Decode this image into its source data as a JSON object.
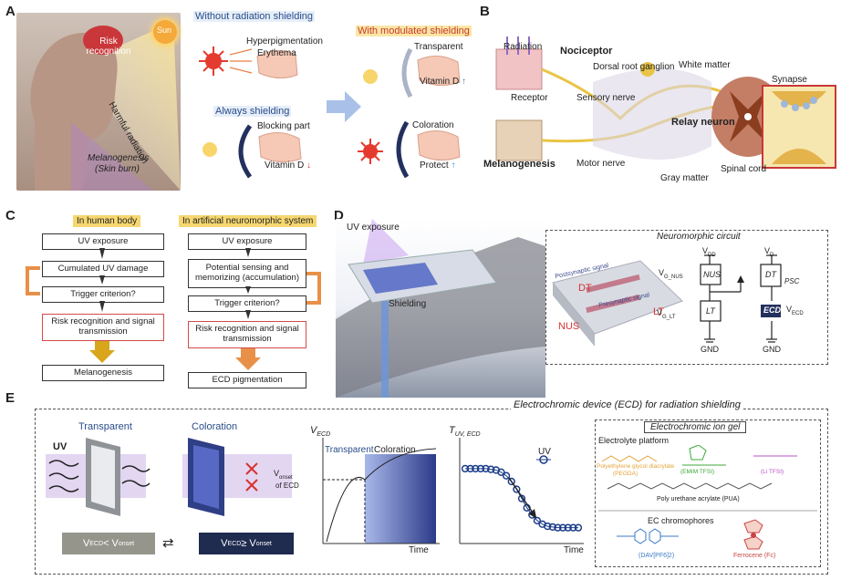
{
  "panels": {
    "a": "A",
    "b": "B",
    "c": "C",
    "d": "D",
    "e": "E"
  },
  "A": {
    "risk": "Risk recognition",
    "sun": "Sun",
    "harmful": "Harmful radiation",
    "melanogenesis": "Melanogenesis",
    "skinburn": "(Skin burn)",
    "without": "Without radiation shielding",
    "hyper": "Hyperpigmentation",
    "erythema": "Erythema",
    "always": "Always shielding",
    "blocking": "Blocking part",
    "vitaminD_down": "Vitamin D",
    "modulated": "With modulated shielding",
    "transparent": "Transparent",
    "vitaminD_up": "Vitamin D",
    "coloration": "Coloration",
    "protect": "Protect"
  },
  "B": {
    "radiation": "Radiation",
    "nociceptor": "Nociceptor",
    "receptor": "Receptor",
    "drg": "Dorsal root ganglion",
    "white": "White matter",
    "synapse": "Synapse",
    "sensory": "Sensory nerve",
    "relay": "Relay neuron",
    "melano": "Melanogenesis",
    "motor": "Motor nerve",
    "spinal": "Spinal cord",
    "gray": "Gray matter"
  },
  "C": {
    "human_hdr": "In human body",
    "human": [
      "UV exposure",
      "Cumulated UV damage",
      "Trigger criterion?",
      "Risk recognition and signal transmission",
      "Melanogenesis"
    ],
    "art_hdr": "In artificial neuromorphic system",
    "art": [
      "UV exposure",
      "Potential sensing and memorizing (accumulation)",
      "Trigger criterion?",
      "Risk recognition and signal transmission",
      "ECD pigmentation"
    ]
  },
  "D": {
    "uv": "UV exposure",
    "shielding": "Shielding",
    "circuit_title": "Neuromorphic circuit",
    "dt": "DT",
    "nus": "NUS",
    "lt": "LT",
    "post": "Postsynaptic signal",
    "pre": "Presynaptic signal",
    "vdd": "V",
    "vdd_sub": "DD",
    "vd": "V",
    "vd_sub": "D",
    "vgnus": "V",
    "vgnus_sub": "G_NUS",
    "vgl": "V",
    "vgl_sub": "G_LT",
    "psc": "PSC",
    "ecd": "ECD",
    "vecd": "V",
    "vecd_sub": "ECD",
    "gnd1": "GND",
    "gnd2": "GND",
    "nus_c": "NUS",
    "lt_c": "LT",
    "dt_c": "DT"
  },
  "E": {
    "title": "Electrochromic device (ECD) for radiation shielding",
    "transparent": "Transparent",
    "coloration": "Coloration",
    "uv": "UV",
    "cond1_a": "V",
    "cond1_sub1": "ECD",
    "cond1_op": " < V",
    "cond1_sub2": "onset",
    "cond2_a": "V",
    "cond2_sub1": "ECD",
    "cond2_op": " ≥ V",
    "cond2_sub2": "onset",
    "plot1_y": "V",
    "plot1_y_sub": "ECD",
    "plot1_transparent": "Transparent",
    "plot1_coloration": "Coloration",
    "plot1_onset": "V",
    "plot1_onset_sub": "onset",
    "plot1_onset2": "of ECD",
    "plot1_x": "Time",
    "plot2_y": "T",
    "plot2_y_sub": "UV, ECD",
    "plot2_uv": "UV",
    "plot2_x": "Time",
    "gel_title": "Electrochromic ion gel",
    "platform": "Electrolyte platform",
    "pegda": "Polyethylene glycol diacrylate",
    "pegda2": "(PEGDA)",
    "emim": "(EMIM TFSI)",
    "litfsi": "(Li TFSI)",
    "pua": "Poly urethane acrylate (PUA)",
    "chromo": "EC chromophores",
    "dav": "(DAV[PF6]2)",
    "fc": "Ferrocene (Fc)"
  },
  "chart_data": [
    {
      "type": "line",
      "title": "",
      "xlabel": "Time",
      "ylabel": "VECD",
      "regions": [
        "Transparent",
        "Coloration"
      ],
      "annotation": "Vonset of ECD",
      "shape": "saturating rise"
    },
    {
      "type": "line",
      "title": "",
      "xlabel": "Time",
      "ylabel": "TUV, ECD",
      "legend": [
        "UV"
      ],
      "shape": "sigmoidal decay",
      "y": [
        0.95,
        0.95,
        0.95,
        0.95,
        0.95,
        0.94,
        0.93,
        0.9,
        0.85,
        0.77,
        0.66,
        0.53,
        0.4,
        0.3,
        0.22,
        0.17,
        0.14,
        0.13,
        0.12,
        0.12,
        0.12,
        0.12,
        0.12
      ]
    }
  ],
  "colors": {
    "accent_blue": "#2d5ea8",
    "red": "#d83131",
    "gold": "#d9a51a",
    "orange": "#e89048",
    "navy": "#23305e"
  }
}
